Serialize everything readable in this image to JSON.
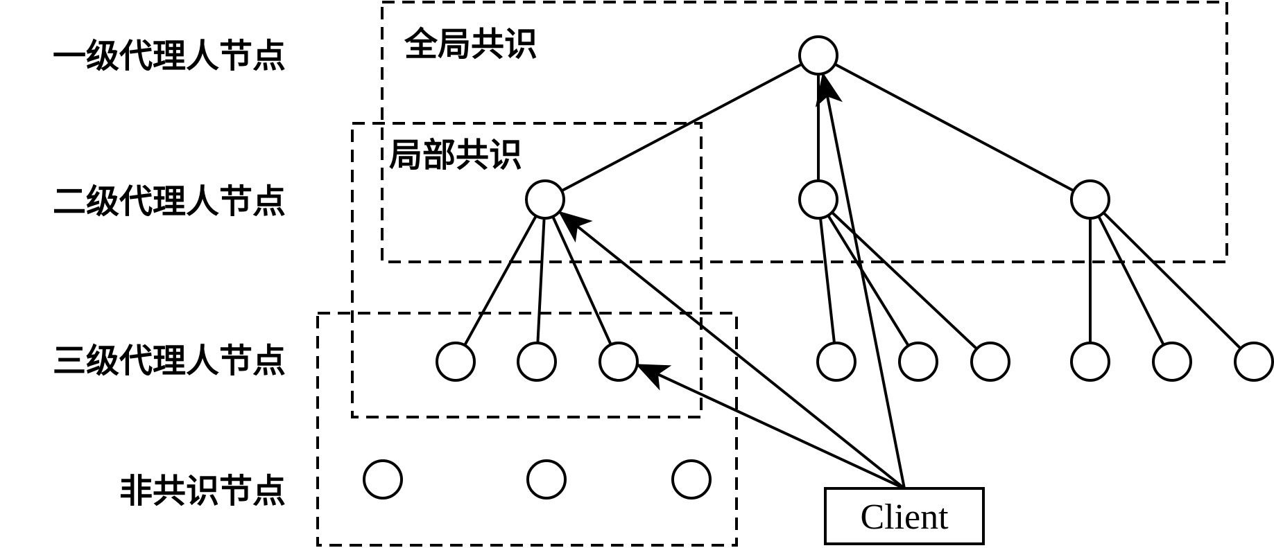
{
  "row_labels": {
    "level1": "一级代理人节点",
    "level2": "二级代理人节点",
    "level3": "三级代理人节点",
    "non_consensus": "非共识节点"
  },
  "regions": {
    "global": "全局共识",
    "local": "局部共识"
  },
  "client": {
    "label": "Client"
  },
  "colors": {
    "stroke": "#000000",
    "background": "#ffffff"
  }
}
